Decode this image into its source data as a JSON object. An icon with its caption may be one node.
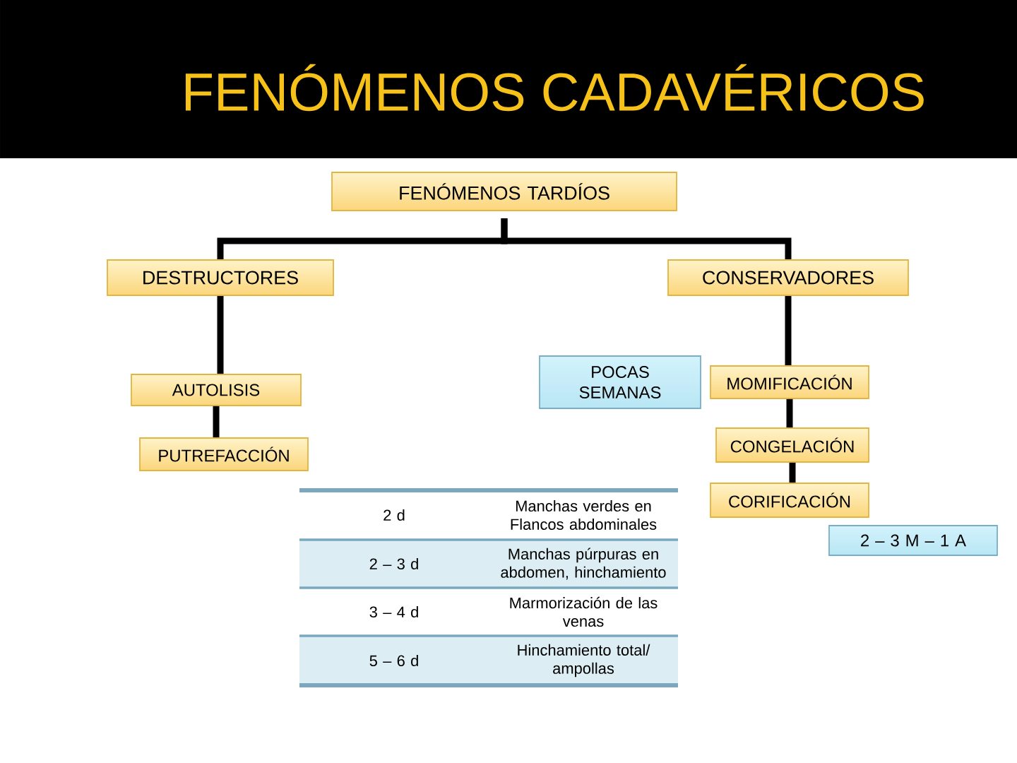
{
  "diagram": {
    "title": "FENÓMENOS CADAVÉRICOS",
    "nodes": [
      {
        "text": [
          "FENÓMENOS TARDÍOS"
        ]
      },
      {
        "text": [
          "DESTRUCTORES"
        ]
      },
      {
        "text": [
          "CONSERVADORES"
        ]
      },
      {
        "text": [
          "AUTOLISIS"
        ]
      },
      {
        "text": [
          "PUTREFACCIÓN"
        ]
      },
      {
        "text": [
          "POCAS SEMANAS"
        ]
      },
      {
        "text": [
          "MOMIFICACIÓN"
        ]
      },
      {
        "text": [
          "CONGELACIÓN"
        ]
      },
      {
        "text": [
          "CORIFICACIÓN"
        ]
      },
      {
        "text": [
          "2 – 3 M – 1 A"
        ]
      }
    ],
    "edges": [
      {
        "from": 0,
        "to": 1,
        "arrow": "none"
      },
      {
        "from": 0,
        "to": 2,
        "arrow": "none"
      },
      {
        "from": 1,
        "to": 3,
        "arrow": "none"
      },
      {
        "from": 3,
        "to": 4,
        "arrow": "none"
      },
      {
        "from": 2,
        "to": 6,
        "arrow": "none"
      },
      {
        "from": 6,
        "to": 7,
        "arrow": "none"
      },
      {
        "from": 7,
        "to": 8,
        "arrow": "none"
      }
    ],
    "labels": [
      "2 d",
      "Manchas verdes en Flancos abdominales",
      "2 – 3 d",
      "Manchas púrpuras en abdomen, hinchamiento",
      "3 – 4 d",
      "Marmorización de las venas",
      "5 – 6 d",
      "Hinchamiento total/ ampollas"
    ]
  }
}
